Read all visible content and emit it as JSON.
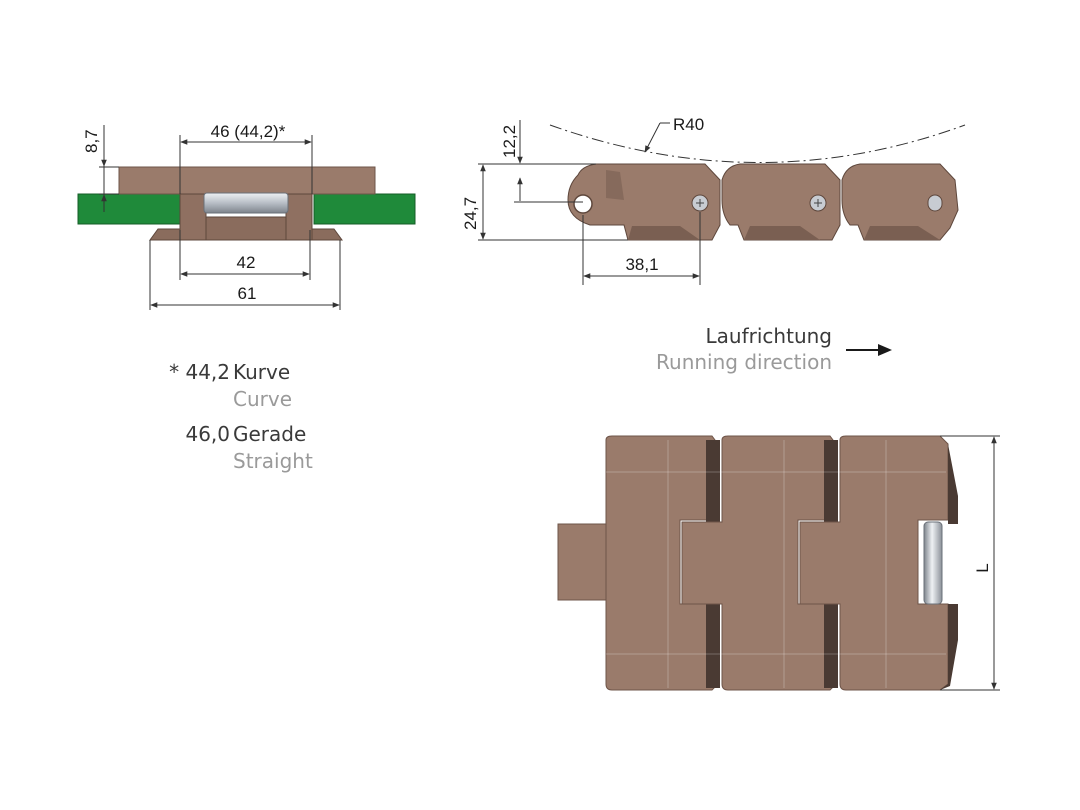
{
  "colors": {
    "link_body": "#9a7b6b",
    "link_dark": "#6e5448",
    "link_shadow": "#4a3a33",
    "guide_rail": "#1f8a3a",
    "pin": "#c8ccd2",
    "dimension_line": "#333333",
    "text_primary": "#3a3a3a",
    "text_secondary": "#9a9a9a"
  },
  "dimensions": {
    "front_height": "8,7",
    "front_top_width": "46 (44,2)*",
    "front_inner_width": "42",
    "front_total_width": "61",
    "side_offset": "12,2",
    "side_height": "24,7",
    "side_pitch": "38,1",
    "side_radius": "R40",
    "top_length": "L"
  },
  "notes": {
    "curve_value": "* 44,2",
    "curve_de": "Kurve",
    "curve_en": "Curve",
    "straight_value": "46,0",
    "straight_de": "Gerade",
    "straight_en": "Straight"
  },
  "direction": {
    "label_de": "Laufrichtung",
    "label_en": "Running direction",
    "arrow_icon": "arrow-right-icon"
  }
}
